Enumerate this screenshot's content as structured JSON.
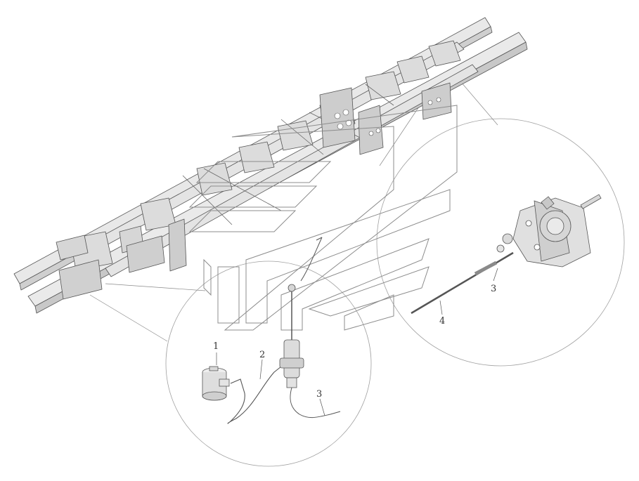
{
  "diagram": {
    "callouts": [
      {
        "id": "1",
        "label": "1"
      },
      {
        "id": "2",
        "label": "2"
      },
      {
        "id": "3a",
        "label": "3"
      },
      {
        "id": "3b",
        "label": "3"
      },
      {
        "id": "4",
        "label": "4"
      }
    ],
    "colors": {
      "frame_fill": "#e6e6e6",
      "frame_dark": "#bdbdbd",
      "line": "#555555",
      "circle": "#9a9a9a",
      "watermark": "#8c8c8c"
    }
  }
}
